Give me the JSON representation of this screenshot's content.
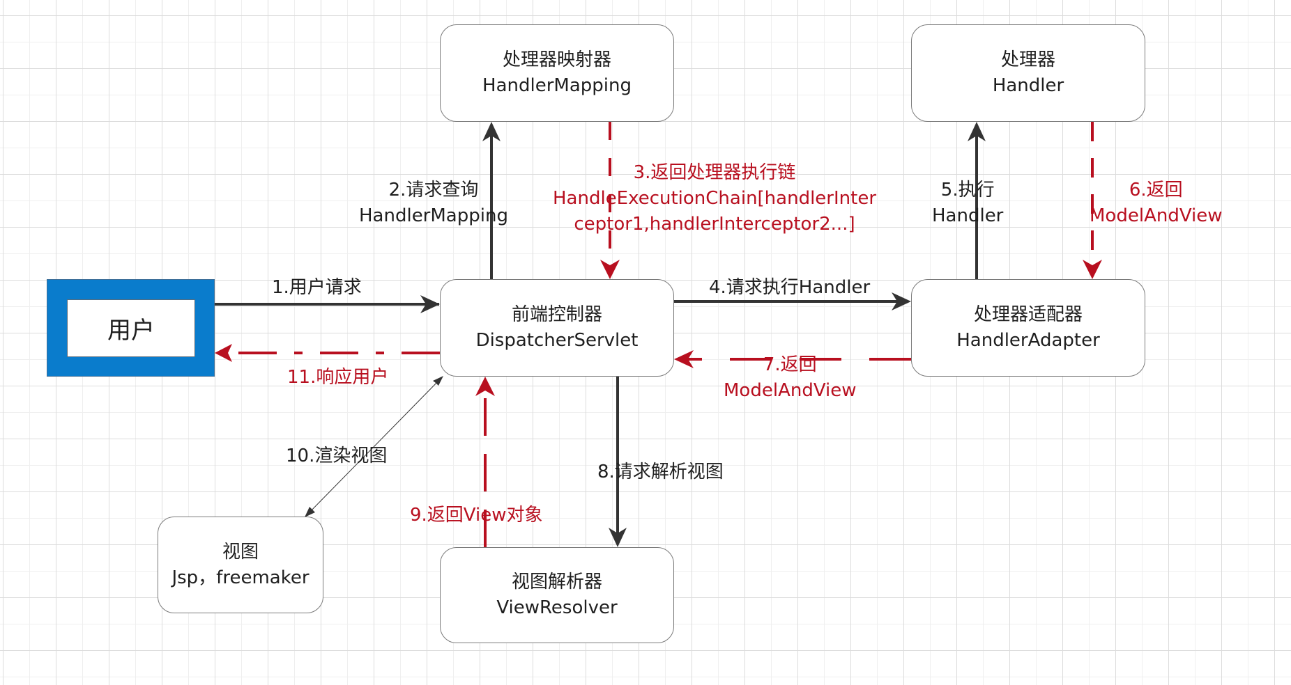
{
  "diagram": {
    "title": "Spring MVC request flow",
    "colors": {
      "solid_arrow": "#333333",
      "return_arrow": "#b80f1f",
      "user_box": "#0a7ccc",
      "node_border": "#7a7a7a"
    },
    "nodes": {
      "user": {
        "label": "用户"
      },
      "handler_mapping": {
        "line1": "处理器映射器",
        "line2": "HandlerMapping"
      },
      "handler": {
        "line1": "处理器",
        "line2": "Handler"
      },
      "dispatcher": {
        "line1": "前端控制器",
        "line2": "DispatcherServlet"
      },
      "handler_adapter": {
        "line1": "处理器适配器",
        "line2": "HandlerAdapter"
      },
      "view": {
        "line1": "视图",
        "line2": "Jsp，freemaker"
      },
      "view_resolver": {
        "line1": "视图解析器",
        "line2": "ViewResolver"
      }
    },
    "edges": {
      "e1": {
        "line1": "1.用户请求"
      },
      "e2": {
        "line1": "2.请求查询",
        "line2": "HandlerMapping"
      },
      "e3": {
        "line1": "3.返回处理器执行链",
        "line2": "HandleExecutionChain[handlerInter",
        "line3": "ceptor1,handlerInterceptor2...]"
      },
      "e4": {
        "line1": "4.请求执行Handler"
      },
      "e5": {
        "line1": "5.执行",
        "line2": "Handler"
      },
      "e6": {
        "line1": "6.返回",
        "line2": "ModelAndView"
      },
      "e7": {
        "line1": "7.返回",
        "line2": "ModelAndView"
      },
      "e8": {
        "line1": "8.请求解析视图"
      },
      "e9": {
        "line1": "9.返回View对象"
      },
      "e10": {
        "line1": "10.渲染视图"
      },
      "e11": {
        "line1": "11.响应用户"
      }
    }
  }
}
